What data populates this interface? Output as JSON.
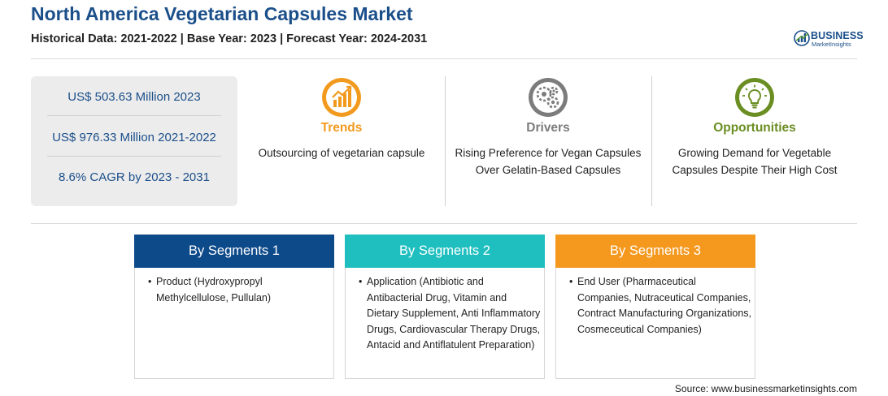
{
  "header": {
    "title": "North America Vegetarian Capsules Market",
    "subtitle": "Historical Data: 2021-2022 | Base Year: 2023 | Forecast Year: 2024-2031"
  },
  "logo": {
    "word": "BUSINESS",
    "sub": "MarketInsights",
    "color": "#1b4f8a"
  },
  "stats": [
    "US$ 503.63 Million 2023",
    "US$ 976.33 Million 2021-2022",
    "8.6% CAGR by 2023 - 2031"
  ],
  "columns": [
    {
      "title": "Trends",
      "text": "Outsourcing of vegetarian capsule",
      "color": "#f29a1e",
      "icon": "chart-growth-icon"
    },
    {
      "title": "Drivers",
      "text": "Rising Preference for Vegan Capsules Over Gelatin-Based Capsules",
      "color": "#7c7c7c",
      "icon": "gears-icon"
    },
    {
      "title": "Opportunities",
      "text": "Growing Demand for Vegetable Capsules Despite Their High Cost",
      "color": "#6b8e23",
      "icon": "lightbulb-icon"
    }
  ],
  "segments": [
    {
      "title": "By Segments 1",
      "color": "#0d4a8a",
      "text": "Product (Hydroxypropyl Methylcellulose, Pullulan)"
    },
    {
      "title": "By Segments 2",
      "color": "#1fbfbf",
      "text": "Application (Antibiotic and Antibacterial Drug, Vitamin and Dietary Supplement, Anti Inflammatory Drugs, Cardiovascular Therapy Drugs, Antacid and Antiflatulent Preparation)"
    },
    {
      "title": "By Segments 3",
      "color": "#f4981e",
      "text": "End User (Pharmaceutical Companies, Nutraceutical Companies, Contract Manufacturing Organizations, Cosmeceutical Companies)"
    }
  ],
  "source": "Source: www.businessmarketinsights.com"
}
